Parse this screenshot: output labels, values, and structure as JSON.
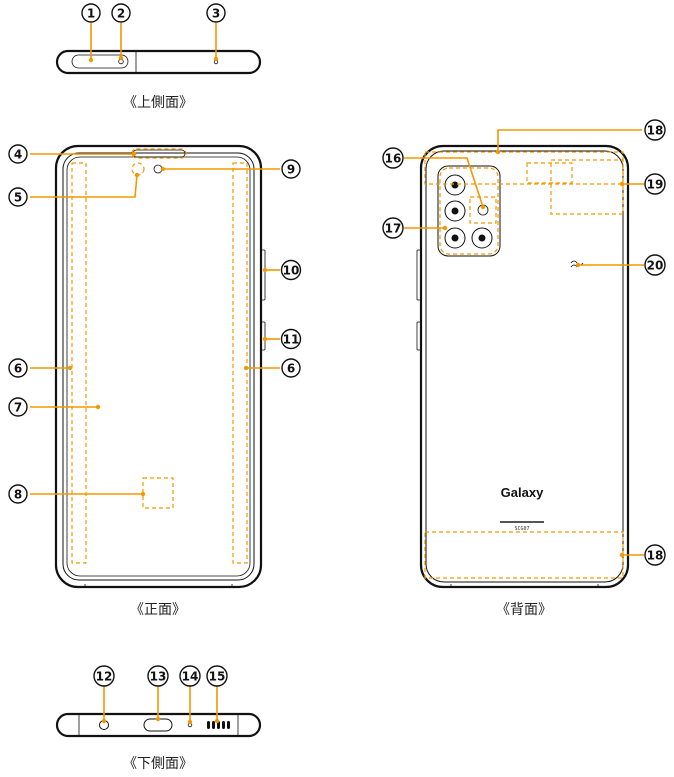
{
  "views": {
    "top": "《上側面》",
    "front": "《正面》",
    "back": "《背面》",
    "bottom": "《下側面》"
  },
  "callouts": {
    "c1": "1",
    "c2": "2",
    "c3": "3",
    "c4": "4",
    "c5": "5",
    "c6": "6",
    "c7": "7",
    "c8": "8",
    "c9": "9",
    "c10": "10",
    "c11": "11",
    "c12": "12",
    "c13": "13",
    "c14": "14",
    "c15": "15",
    "c16": "16",
    "c17": "17",
    "c18": "18",
    "c19": "19",
    "c20": "20"
  },
  "back_print": {
    "brand": "Galaxy",
    "model": "SCG07"
  },
  "colors": {
    "highlight": "#F39800",
    "outline": "#111111"
  }
}
